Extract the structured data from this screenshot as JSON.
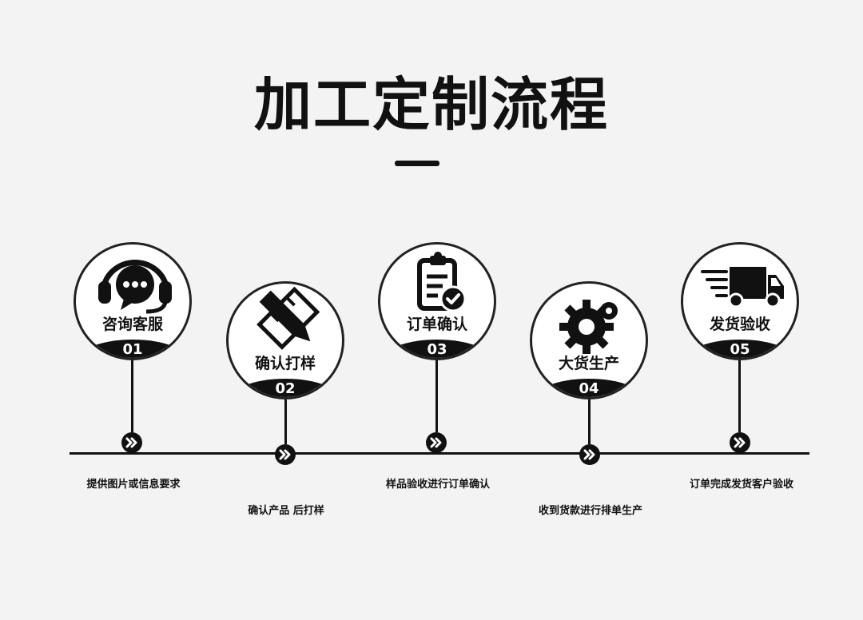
{
  "title": "加工定制流程",
  "steps": [
    {
      "number": "01",
      "label": "咨询客服",
      "icon": "headset-chat-icon",
      "description": "提供图片或信息要求"
    },
    {
      "number": "02",
      "label": "确认打样",
      "icon": "pencil-ruler-icon",
      "description": "确认产品 后打样"
    },
    {
      "number": "03",
      "label": "订单确认",
      "icon": "clipboard-check-icon",
      "description": "样品验收进行订单确认"
    },
    {
      "number": "04",
      "label": "大货生产",
      "icon": "gears-icon",
      "description": "收到货款进行排单生产"
    },
    {
      "number": "05",
      "label": "发货验收",
      "icon": "delivery-truck-icon",
      "description": "订单完成发货客户验收"
    }
  ],
  "colors": {
    "background": "#f3f3f3",
    "accent": "#111111",
    "circle_fill": "#ffffff"
  }
}
